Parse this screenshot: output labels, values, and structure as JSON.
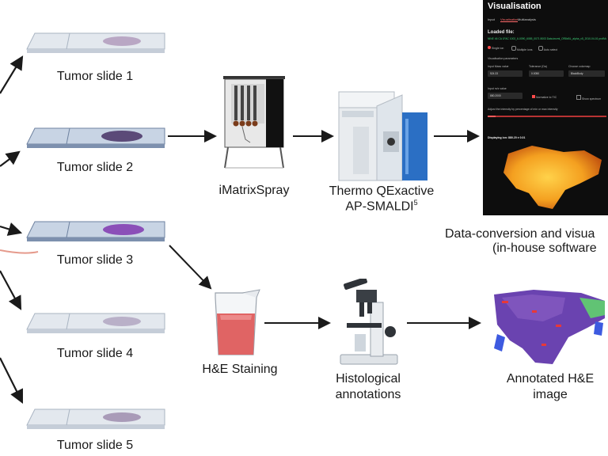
{
  "slides": [
    {
      "label": "Tumor slide 1",
      "tint": "#b9a7c4"
    },
    {
      "label": "Tumor slide 2",
      "tint": "#5b4a78"
    },
    {
      "label": "Tumor slide 3",
      "tint": "#8b4fb8"
    },
    {
      "label": "Tumor slide 4",
      "tint": "#b9b0c8"
    },
    {
      "label": "Tumor slide 5",
      "tint": "#a99bb8"
    }
  ],
  "steps": {
    "spray": "iMatrixSpray",
    "thermo_line1": "Thermo QExactive",
    "thermo_line2": "AP-SMALDI",
    "thermo_sup": "5",
    "dataconv_line1": "Data-conversion and visua",
    "dataconv_line2": "(in-house software",
    "he": "H&E Staining",
    "histo_line1": "Histological",
    "histo_line2": "annotations",
    "annot_line1": "Annotated H&E",
    "annot_line2": "image"
  },
  "software_panel": {
    "title": "Visualisation",
    "tabs": [
      "Input",
      "Visualisation",
      "Multianalysis"
    ],
    "loaded_label": "Loaded file:",
    "loaded_file": "NINE 46 CA 1FAC 1002_6-0090_6085_0071 8003 Data.imzml_OR8xBL_alpha_v5_2010-04-01 profMode",
    "modes": [
      "Single ion",
      "Multiple ions",
      "Auto select"
    ],
    "section": "Visualisation parameters",
    "field_labels": [
      "Input Mass value",
      "Tolerance (Da)",
      "Choose colormap"
    ],
    "field_values": [
      "524.33",
      "0.0050",
      "BlackBody"
    ],
    "field_labels2": [
      "Input m/z value",
      "Normalize to TIC",
      "Show spectrum"
    ],
    "field_values2": [
      "880.2000",
      "",
      ""
    ],
    "slider_label": "Adjust the intensity by percentage of min or max intensity",
    "display_text": "Displaying ion: 880.20 ± 0.01"
  },
  "colors": {
    "arrow": "#1a1a1a",
    "heatmap": "#f4a020",
    "beaker_fill": "#e06464",
    "he_tissue": "#6a43b0"
  }
}
